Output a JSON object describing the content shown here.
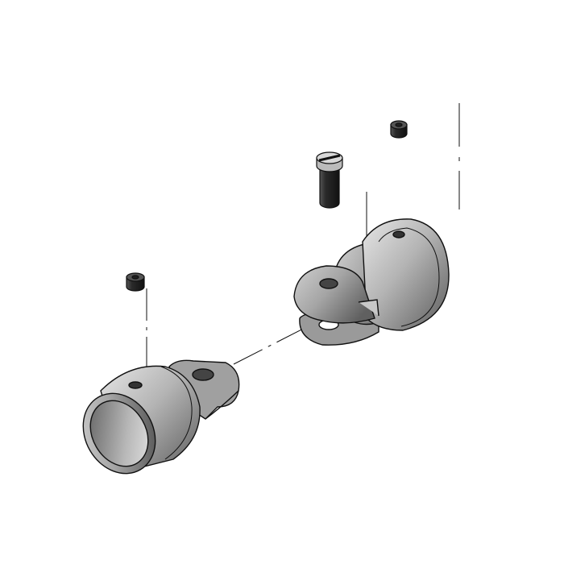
{
  "illustration": {
    "colors": {
      "background": "#ffffff",
      "metal_light": "#d8d8d8",
      "metal_mid": "#a8a8a8",
      "metal_dark": "#5a5a5a",
      "screw_dark": "#2e2e2e",
      "outline": "#111111"
    },
    "parts": [
      "tube-end-fitting",
      "clevis-fitting",
      "slotted-pin-screw",
      "set-screw-top",
      "set-screw-left"
    ]
  }
}
